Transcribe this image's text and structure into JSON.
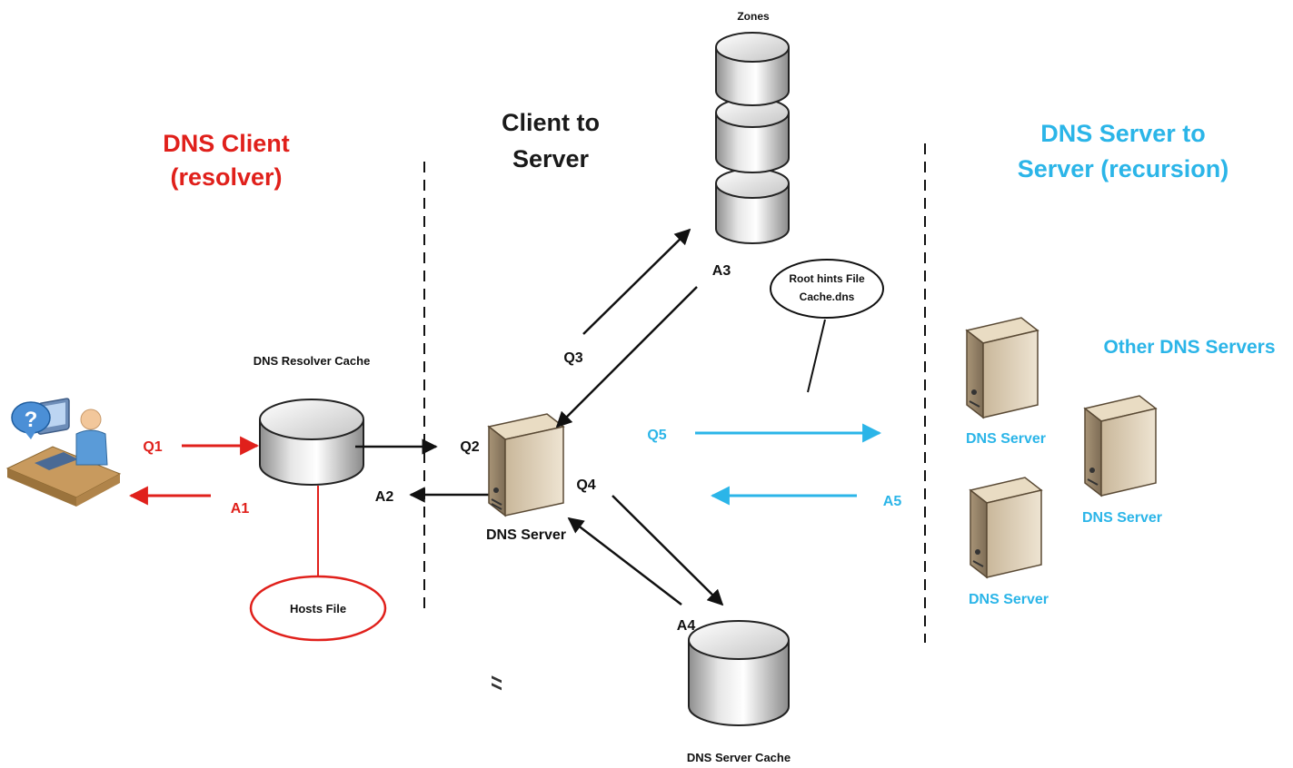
{
  "sections": {
    "client": {
      "line1": "DNS Client",
      "line2": "(resolver)",
      "color": "#e0201b"
    },
    "client_to_server": {
      "line1": "Client to",
      "line2": "Server",
      "color": "#1a1a1a"
    },
    "recursion": {
      "line1": "DNS Server to",
      "line2": "Server (recursion)",
      "color": "#2bb5e8"
    }
  },
  "labels": {
    "zones": "Zones",
    "resolver_cache": "DNS Resolver Cache",
    "hosts_file": "Hosts File",
    "root_hints_line1": "Root hints File",
    "root_hints_line2": "Cache.dns",
    "dns_server": "DNS Server",
    "dns_server_cache": "DNS Server Cache",
    "other_servers": "Other DNS Servers",
    "remote_server_1": "DNS Server",
    "remote_server_2": "DNS Server",
    "remote_server_3": "DNS Server"
  },
  "flows": {
    "q1": "Q1",
    "a1": "A1",
    "q2": "Q2",
    "a2": "A2",
    "q3": "Q3",
    "a3": "A3",
    "q4": "Q4",
    "a4": "A4",
    "q5": "Q5",
    "a5": "A5"
  },
  "colors": {
    "red": "#e0201b",
    "blue": "#2bb5e8",
    "black": "#111111"
  }
}
